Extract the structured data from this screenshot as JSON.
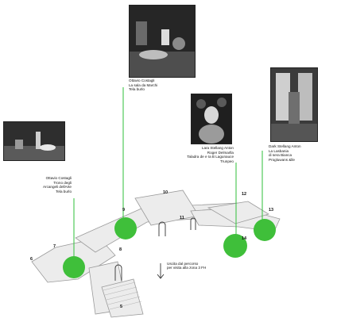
{
  "captions": {
    "left": "Ottavio Costagli\nTrono degli\nArcangeli dellArte\nTela burlo",
    "center": "Ottavio Costagli\nLa sala da Marchi\nTela burlo",
    "right_middle": "Lara Stellang Anton\nRoger Delmarlla\nTaladra de e Ia B Lagunauce\nTrunpeo",
    "right_top": "Dark Stellang Anton\nLa Lasbania\ndi sera Bianca\nProgluwans &lle"
  },
  "numbers": {
    "n5": "5",
    "n6": "6",
    "n7": "7",
    "n8": "8",
    "n9": "9",
    "n10": "10",
    "n11": "11",
    "n12": "12",
    "n13": "13",
    "n14": "14"
  },
  "note": "Uscita dal percorso\nper visita alla zona 3 FH",
  "colors": {
    "marker": "#3fbf3a",
    "marker_dark": "#1f8f22",
    "leader": "#2fbf3a",
    "floor": "#ececec",
    "floor_edge": "#9a9a9a"
  }
}
